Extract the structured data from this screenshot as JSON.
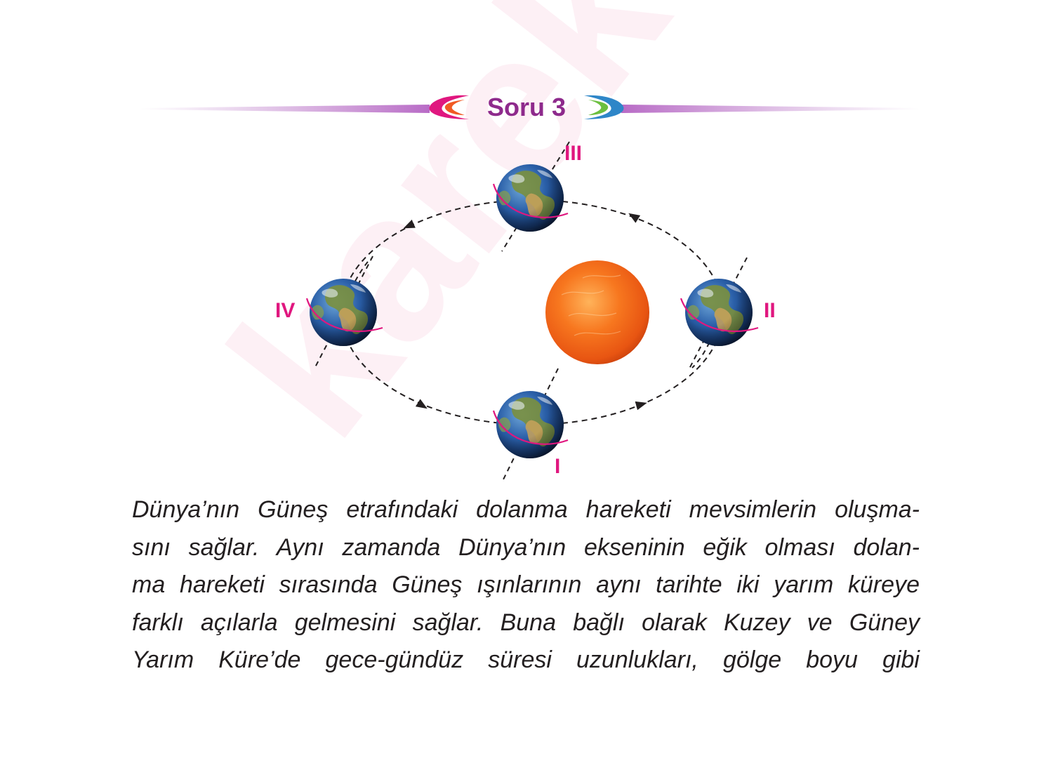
{
  "header": {
    "question_label": "Soru 3",
    "watermark": "karekök"
  },
  "diagram": {
    "positions": [
      {
        "id": "I",
        "label": "I"
      },
      {
        "id": "II",
        "label": "II"
      },
      {
        "id": "III",
        "label": "III"
      },
      {
        "id": "IV",
        "label": "IV"
      }
    ],
    "colors": {
      "label": "#e0177f",
      "orbit": "#231f20",
      "sun": "#f46b1c",
      "earth_ocean": "#1d4f9c",
      "earth_land": "#6f8f3a",
      "equator": "#e0177f",
      "header_purple": "#8e2a8c"
    }
  },
  "paragraph": {
    "lines": [
      "Dünya’nın Güneş etrafındaki dolanma hareketi mevsimlerin oluşma-",
      "sını sağlar. Aynı zamanda Dünya’nın ekseninin eğik olması dolan-",
      "ma hareketi sırasında Güneş ışınlarının aynı tarihte iki yarım küreye",
      "farklı açılarla gelmesini sağlar. Buna bağlı olarak Kuzey ve Güney",
      "Yarım Küre’de gece-gündüz süresi uzunlukları, gölge boyu gibi"
    ]
  }
}
